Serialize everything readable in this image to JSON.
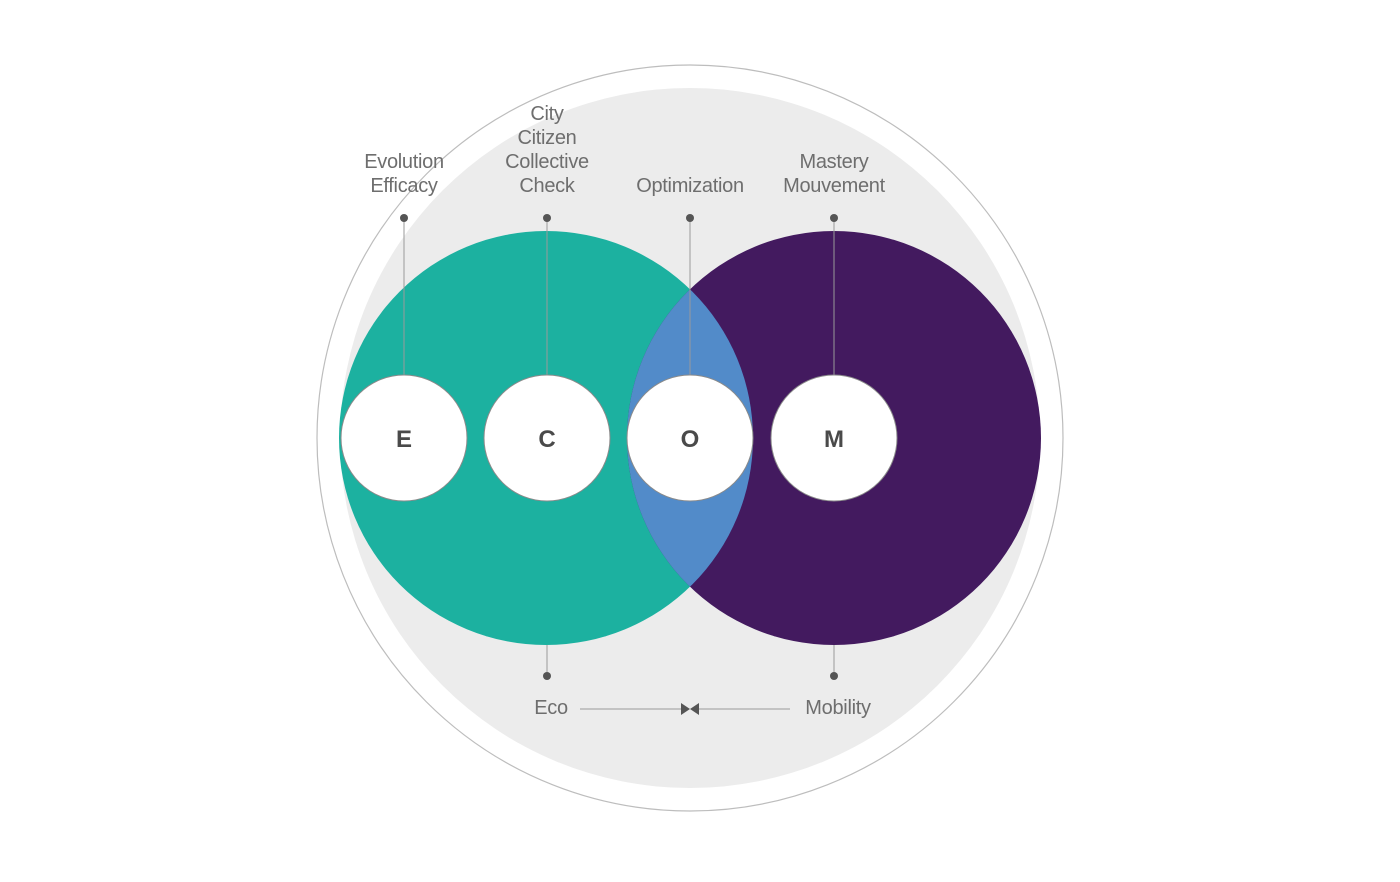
{
  "nodes": [
    {
      "letter": "E",
      "terms": [
        "Evolution",
        "Efficacy"
      ]
    },
    {
      "letter": "C",
      "terms": [
        "City",
        "Citizen",
        "Collective",
        "Check"
      ]
    },
    {
      "letter": "O",
      "terms": [
        "Optimization"
      ]
    },
    {
      "letter": "M",
      "terms": [
        "Mastery",
        "Mouvement"
      ]
    }
  ],
  "bottom": {
    "left_label": "Eco",
    "right_label": "Mobility"
  },
  "colors": {
    "eco_circle": "#1cb1a0",
    "mobility_circle": "#431a5f",
    "overlap": "#528bc9",
    "background_disc": "#ececec",
    "outer_ring": "#bdbdbd",
    "node_fill": "#ffffff"
  }
}
